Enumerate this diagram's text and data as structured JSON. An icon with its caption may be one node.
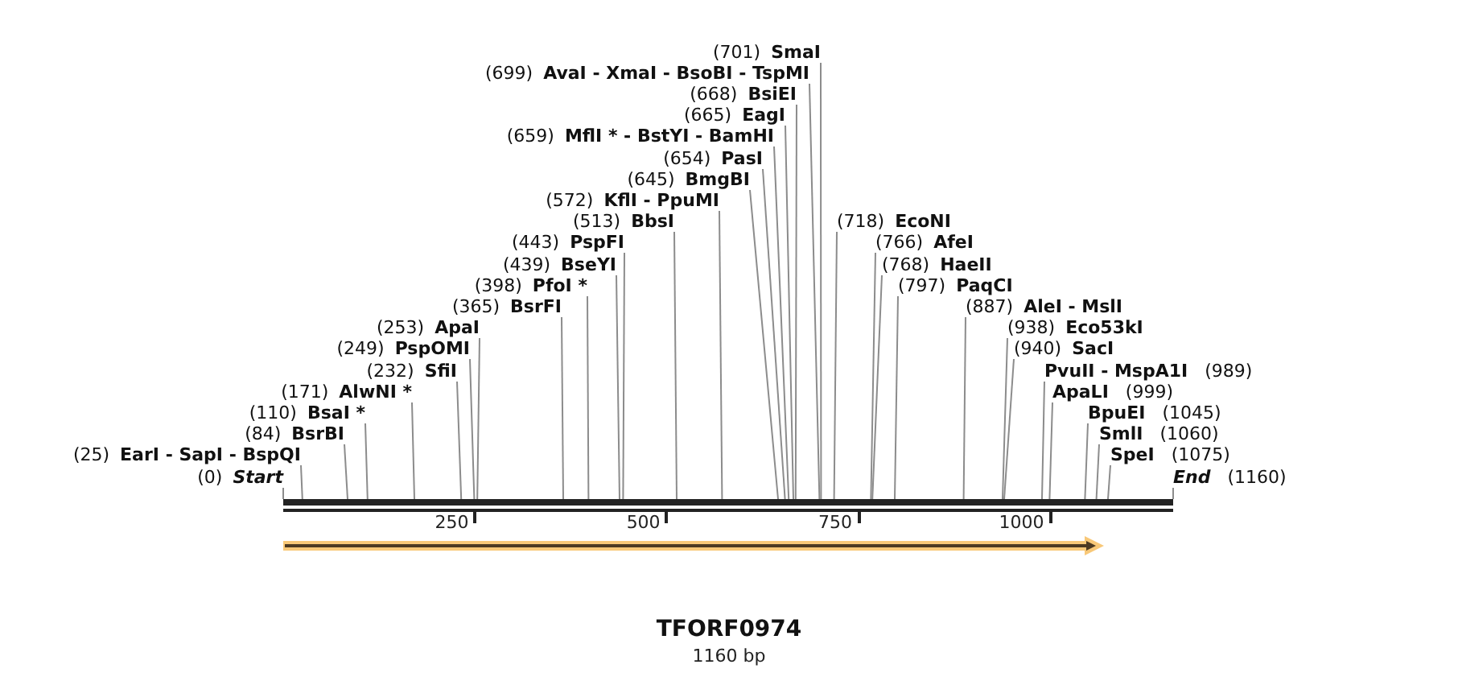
{
  "diagram": {
    "title": "TFORF0974",
    "caption": "1160 bp",
    "nodes": [
      {
        "text": [
          "(701)",
          "SmaI"
        ]
      },
      {
        "text": [
          "(699)",
          "AvaI - XmaI - BsoBI - TspMI"
        ]
      },
      {
        "text": [
          "(668)",
          "BsiEI"
        ]
      },
      {
        "text": [
          "(665)",
          "EagI"
        ]
      },
      {
        "text": [
          "(659)",
          "MflI * - BstYI - BamHI"
        ]
      },
      {
        "text": [
          "(654)",
          "PasI"
        ]
      },
      {
        "text": [
          "(253)",
          "ApaI"
        ]
      },
      {
        "text": [
          "(645)",
          "BmgBI"
        ]
      },
      {
        "text": [
          "(249)",
          "PspOMI"
        ]
      },
      {
        "text": [
          "(940)",
          "SacI"
        ]
      },
      {
        "text": [
          "(572)",
          "KflI - PpuMI"
        ]
      },
      {
        "text": [
          "(232)",
          "SfiI"
        ]
      },
      {
        "text": [
          "(938)",
          "Eco53kI"
        ]
      },
      {
        "text": [
          "PvuII - MspA1I",
          "(989)"
        ]
      },
      {
        "text": [
          "(513)",
          "BbsI"
        ]
      },
      {
        "text": [
          "(171)",
          "AlwNI *"
        ]
      },
      {
        "text": [
          "(887)",
          "AleI - MslI"
        ]
      },
      {
        "text": [
          "ApaLI",
          "(999)"
        ]
      },
      {
        "text": [
          "(443)",
          "PspFI"
        ]
      },
      {
        "text": [
          "(110)",
          "BsaI *"
        ]
      },
      {
        "text": [
          "(797)",
          "PaqCI"
        ]
      },
      {
        "text": [
          "BpuEI",
          "(1045)"
        ]
      },
      {
        "text": [
          "(439)",
          "BseYI"
        ]
      },
      {
        "text": [
          "(84)",
          "BsrBI"
        ]
      },
      {
        "text": [
          "(768)",
          "HaeII"
        ]
      },
      {
        "text": [
          "SmlI",
          "(1060)"
        ]
      },
      {
        "text": [
          "(398)",
          "PfoI *"
        ]
      },
      {
        "text": [
          "(766)",
          "AfeI"
        ]
      },
      {
        "text": [
          "SpeI",
          "(1075)"
        ]
      },
      {
        "text": [
          "(25)",
          "EarI - SapI - BspQI"
        ]
      },
      {
        "text": [
          "(0)",
          "Start"
        ]
      },
      {
        "text": [
          "(365)",
          "BsrFI"
        ]
      },
      {
        "text": [
          "(718)",
          "EcoNI"
        ]
      },
      {
        "text": [
          "End",
          "(1160)"
        ]
      },
      {
        "text": [],
        "shape": "bar"
      }
    ],
    "edges": [
      {
        "from": 0,
        "to": 34,
        "arrow": "none"
      },
      {
        "from": 1,
        "to": 34,
        "arrow": "none"
      },
      {
        "from": 2,
        "to": 34,
        "arrow": "none"
      },
      {
        "from": 3,
        "to": 34,
        "arrow": "none"
      },
      {
        "from": 4,
        "to": 34,
        "arrow": "none"
      },
      {
        "from": 5,
        "to": 34,
        "arrow": "none"
      },
      {
        "from": 6,
        "to": 34,
        "arrow": "none"
      },
      {
        "from": 7,
        "to": 34,
        "arrow": "none"
      },
      {
        "from": 8,
        "to": 34,
        "arrow": "none"
      },
      {
        "from": 9,
        "to": 34,
        "arrow": "none"
      },
      {
        "from": 10,
        "to": 34,
        "arrow": "none"
      },
      {
        "from": 11,
        "to": 34,
        "arrow": "none"
      },
      {
        "from": 12,
        "to": 34,
        "arrow": "none"
      },
      {
        "from": 13,
        "to": 34,
        "arrow": "none"
      },
      {
        "from": 14,
        "to": 34,
        "arrow": "none"
      },
      {
        "from": 15,
        "to": 34,
        "arrow": "none"
      },
      {
        "from": 16,
        "to": 34,
        "arrow": "none"
      },
      {
        "from": 17,
        "to": 34,
        "arrow": "none"
      },
      {
        "from": 18,
        "to": 34,
        "arrow": "none"
      },
      {
        "from": 19,
        "to": 34,
        "arrow": "none"
      },
      {
        "from": 20,
        "to": 34,
        "arrow": "none"
      },
      {
        "from": 21,
        "to": 34,
        "arrow": "none"
      },
      {
        "from": 22,
        "to": 34,
        "arrow": "none"
      },
      {
        "from": 23,
        "to": 34,
        "arrow": "none"
      },
      {
        "from": 24,
        "to": 34,
        "arrow": "none"
      },
      {
        "from": 25,
        "to": 34,
        "arrow": "none"
      },
      {
        "from": 26,
        "to": 34,
        "arrow": "none"
      },
      {
        "from": 27,
        "to": 34,
        "arrow": "none"
      },
      {
        "from": 28,
        "to": 34,
        "arrow": "none"
      },
      {
        "from": 29,
        "to": 34,
        "arrow": "none"
      },
      {
        "from": 30,
        "to": 34,
        "arrow": "none"
      },
      {
        "from": 31,
        "to": 34,
        "arrow": "none"
      },
      {
        "from": 32,
        "to": 34,
        "arrow": "none"
      },
      {
        "from": 33,
        "to": 34,
        "arrow": "none"
      }
    ],
    "labels": [
      "250",
      "500",
      "750",
      "1000"
    ]
  }
}
